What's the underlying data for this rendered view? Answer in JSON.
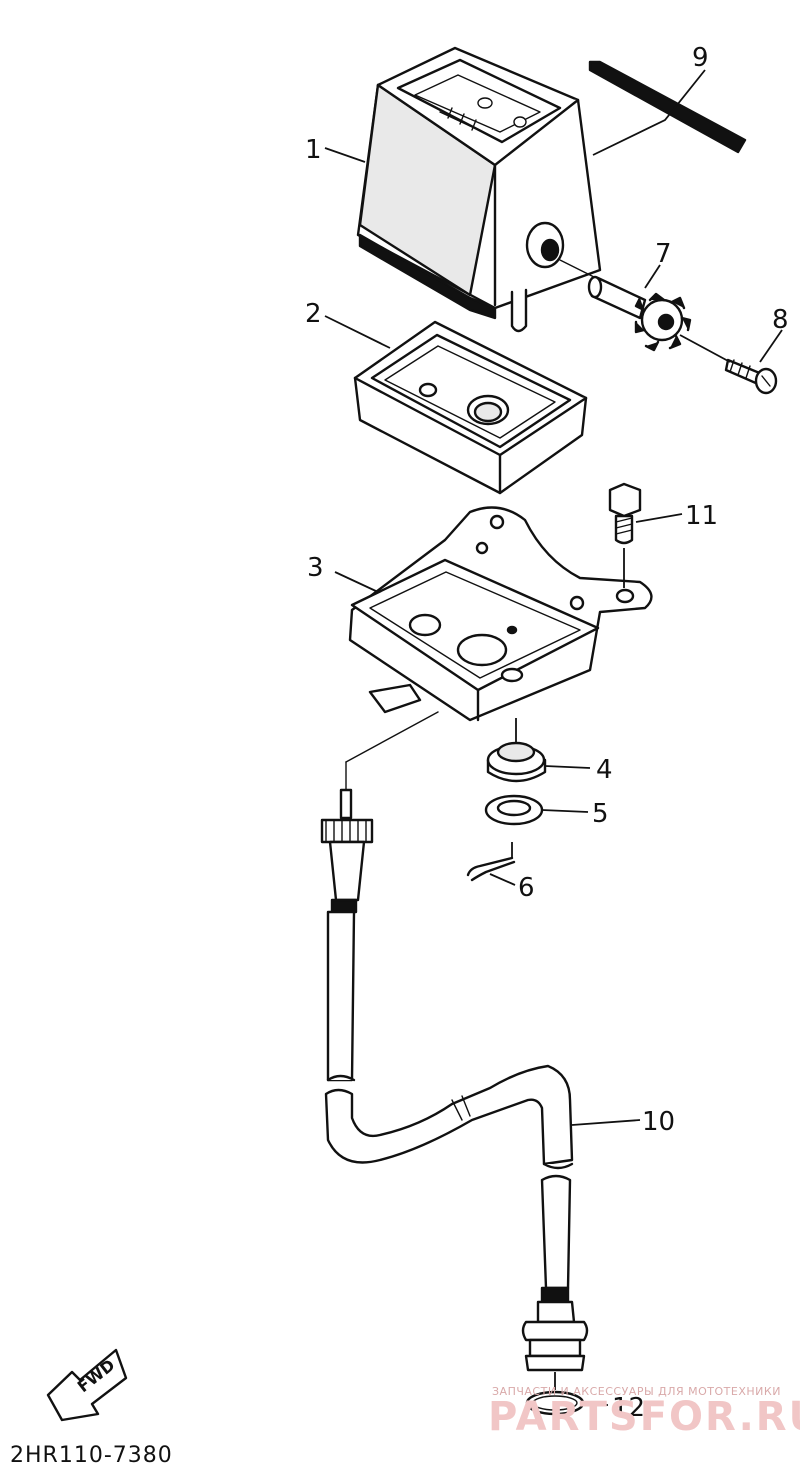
{
  "diagram": {
    "code": "2HR110-7380",
    "fwd_label": "FWD",
    "callouts": [
      "1",
      "2",
      "3",
      "4",
      "5",
      "6",
      "7",
      "8",
      "9",
      "10",
      "11",
      "12"
    ]
  },
  "watermark": {
    "tagline": "ЗАПЧАСТИ И АКСЕССУАРЫ ДЛЯ МОТОТЕХНИКИ",
    "brand": "PARTSFOR.RU"
  },
  "colors": {
    "line": "#111111",
    "background": "#ffffff",
    "watermark": "#f1c6c6"
  }
}
